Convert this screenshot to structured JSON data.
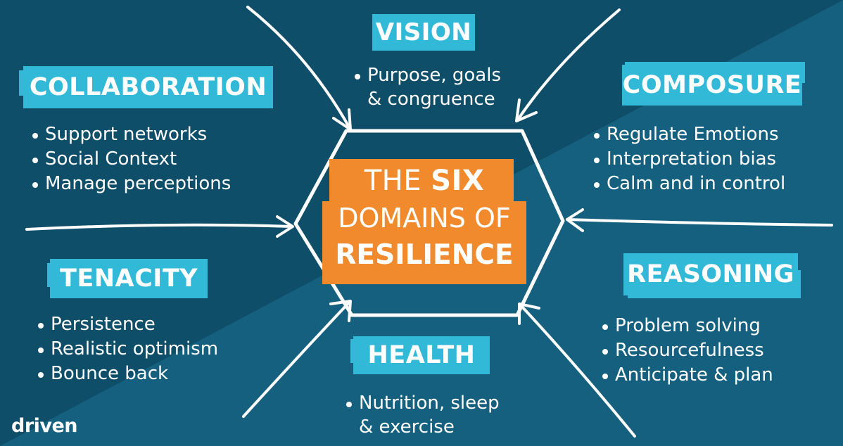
{
  "colors": {
    "background": "#0f4e69",
    "background_light": "#14607e",
    "tag_blue": "#33b9d8",
    "center_orange": "#f18a2c",
    "text": "#ffffff"
  },
  "center": {
    "line1_normal": "THE ",
    "line1_bold": "SIX",
    "line2": "DOMAINS OF",
    "line3": "RESILIENCE"
  },
  "domains": {
    "vision": {
      "title": "VISION",
      "items": [
        "Purpose, goals",
        "& congruence"
      ]
    },
    "collaboration": {
      "title": "COLLABORATION",
      "items": [
        "Support networks",
        "Social Context",
        "Manage perceptions"
      ]
    },
    "composure": {
      "title": "COMPOSURE",
      "items": [
        "Regulate Emotions",
        "Interpretation bias",
        "Calm and in control"
      ]
    },
    "tenacity": {
      "title": "TENACITY",
      "items": [
        "Persistence",
        "Realistic optimism",
        "Bounce back"
      ]
    },
    "reasoning": {
      "title": "REASONING",
      "items": [
        "Problem solving",
        "Resourcefulness",
        "Anticipate & plan"
      ]
    },
    "health": {
      "title": "HEALTH",
      "items": [
        "Nutrition, sleep",
        "& exercise"
      ]
    }
  },
  "logo": {
    "text": "driven",
    "icon": "driven-logo"
  }
}
